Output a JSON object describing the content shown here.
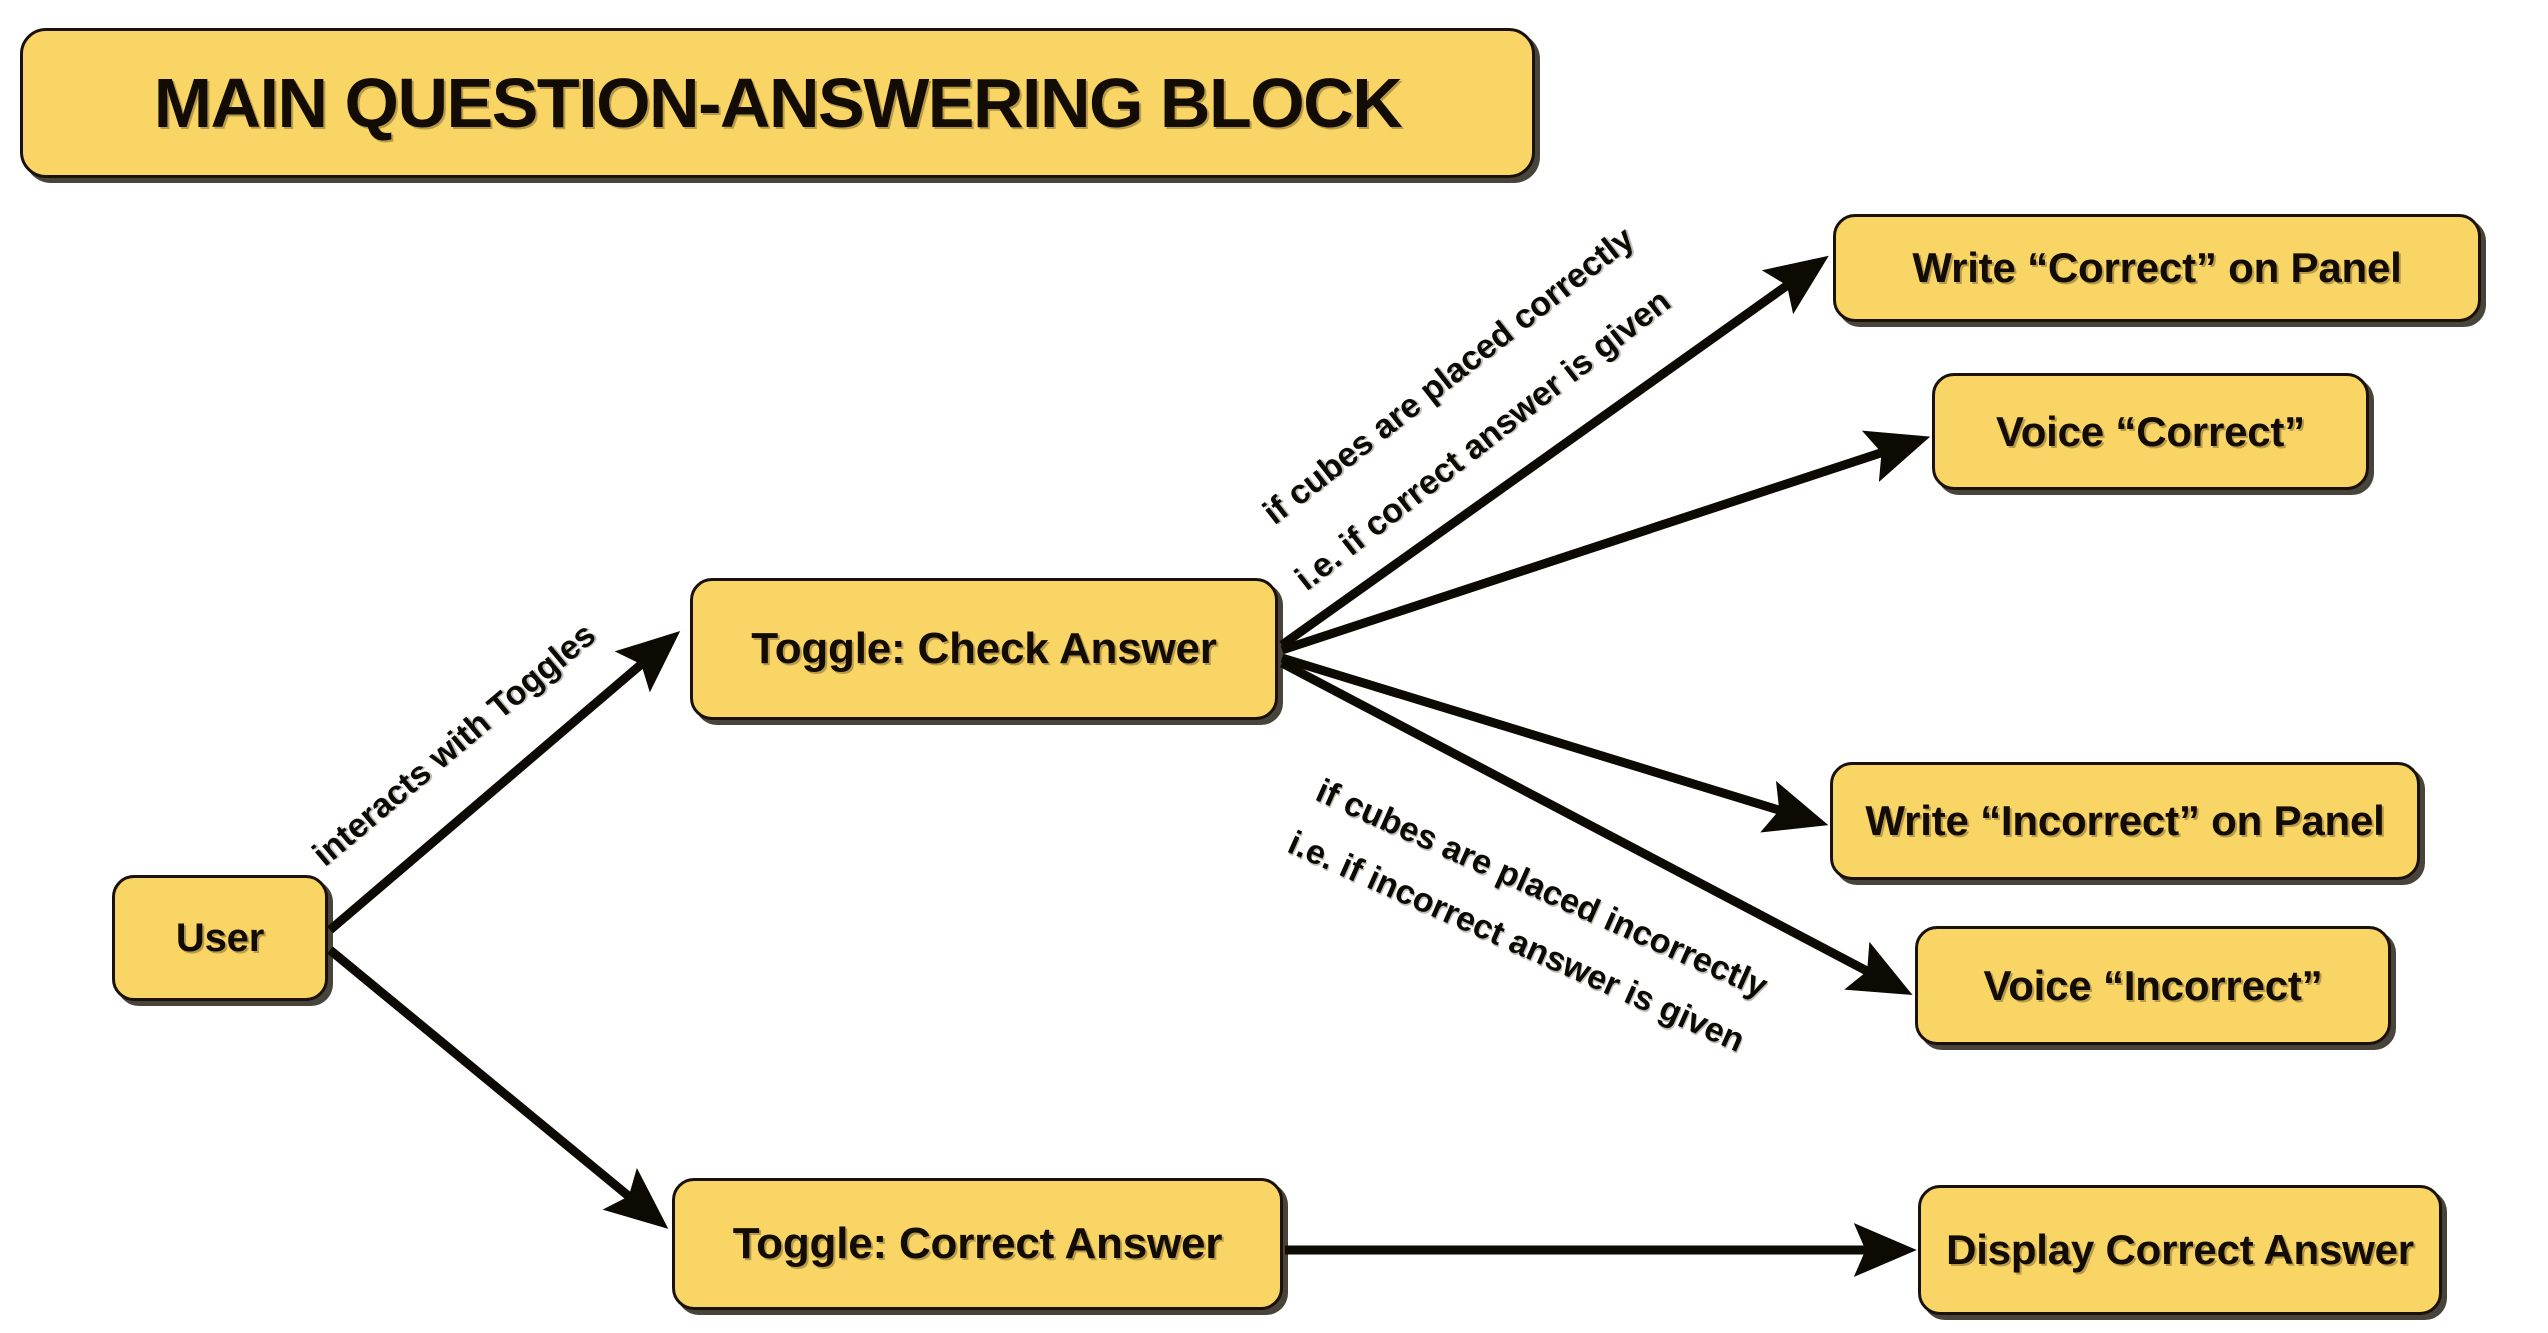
{
  "diagram": {
    "title": "MAIN QUESTION-ANSWERING BLOCK",
    "accent_color": "#F9D565",
    "stroke_color": "#1a1208",
    "background_color": "#FFFFFF",
    "nodes": [
      {
        "id": "user",
        "label": "User"
      },
      {
        "id": "toggle_check",
        "label": "Toggle: Check Answer"
      },
      {
        "id": "toggle_correct",
        "label": "Toggle: Correct Answer"
      },
      {
        "id": "write_correct",
        "label": "Write “Correct” on Panel"
      },
      {
        "id": "voice_correct",
        "label": "Voice “Correct”"
      },
      {
        "id": "write_incorrect",
        "label": "Write “Incorrect” on Panel"
      },
      {
        "id": "voice_incorrect",
        "label": "Voice “Incorrect”"
      },
      {
        "id": "display_correct",
        "label": "Display Correct Answer"
      }
    ],
    "edge_labels": {
      "interacts": "interacts with Toggles",
      "correct_line1": "if cubes are placed correctly",
      "correct_line2": "i.e. if correct answer is given",
      "incorrect_line1": "if cubes are placed incorrectly",
      "incorrect_line2": "i.e. if incorrect answer is given"
    },
    "edges": [
      {
        "from": "user",
        "to": "toggle_check",
        "label": "interacts with Toggles"
      },
      {
        "from": "user",
        "to": "toggle_correct",
        "label": ""
      },
      {
        "from": "toggle_check",
        "to": "write_correct",
        "label": "if cubes are placed correctly / i.e. if correct answer is given"
      },
      {
        "from": "toggle_check",
        "to": "voice_correct",
        "label": "if cubes are placed correctly / i.e. if correct answer is given"
      },
      {
        "from": "toggle_check",
        "to": "write_incorrect",
        "label": "if cubes are placed incorrectly / i.e. if incorrect answer is given"
      },
      {
        "from": "toggle_check",
        "to": "voice_incorrect",
        "label": "if cubes are placed incorrectly / i.e. if incorrect answer is given"
      },
      {
        "from": "toggle_correct",
        "to": "display_correct",
        "label": ""
      }
    ]
  }
}
